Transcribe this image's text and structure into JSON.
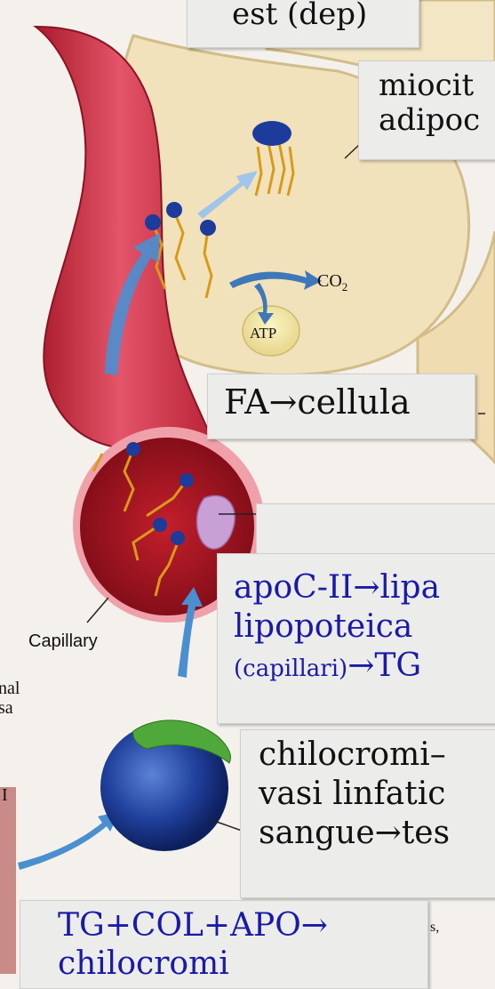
{
  "labels": {
    "top": "est (dep)",
    "cell": {
      "line1": "miocit",
      "line2": "adipoc"
    },
    "fa": "FA→cellula",
    "apoc": {
      "line1": "apoC-II→lipa",
      "line2": "lipopoteica",
      "line3a": "(capillari)",
      "line3b": "→TG"
    },
    "chylo_transport": {
      "line1": "chilocromi–",
      "line2": "vasi linfatic",
      "line3": "sangue→tes"
    },
    "tg": {
      "line1": "TG+COL+APO→",
      "line2": "chilocromi"
    }
  },
  "figure_text": {
    "co2": "CO",
    "co2_sub": "2",
    "atp": "ATP",
    "capillary": "Capillary",
    "cut_left_1": "nal",
    "cut_left_2": "sa",
    "cut_left_3": "I",
    "cut_right": "s,"
  },
  "colors": {
    "capillary_red": "#c8283a",
    "cell_cream": "#f1e2bc",
    "arrow_blue": "#4a8fd0",
    "label_blue": "#1a1aa8",
    "chylo_blue": "#1f3f9a",
    "apo_green": "#4fa83a"
  }
}
